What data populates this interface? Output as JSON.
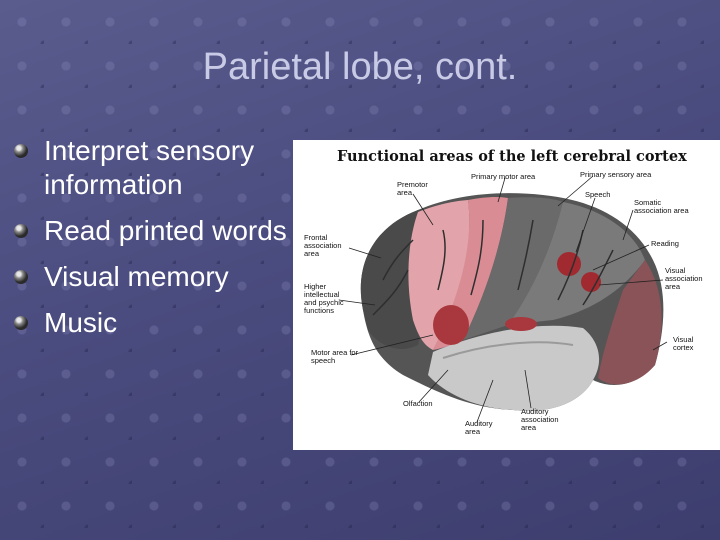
{
  "slide": {
    "title": "Parietal lobe, cont.",
    "bullets": [
      "Interpret sensory information",
      "Read printed words",
      "Visual memory",
      "Music"
    ]
  },
  "figure": {
    "title": "Functional areas of the left cerebral cortex",
    "labels": {
      "primary_motor": "Primary motor area",
      "primary_sensory": "Primary sensory area",
      "premotor": "Premotor area",
      "speech": "Speech",
      "somatic_assoc": "Somatic association area",
      "frontal_assoc": "Frontal association area",
      "reading": "Reading",
      "higher_intellectual": "Higher intellectual and psychic functions",
      "visual_assoc": "Visual association area",
      "motor_speech": "Motor area for speech",
      "visual_cortex": "Visual cortex",
      "olfaction": "Olfaction",
      "auditory_assoc": "Auditory association area",
      "auditory": "Auditory area"
    }
  }
}
